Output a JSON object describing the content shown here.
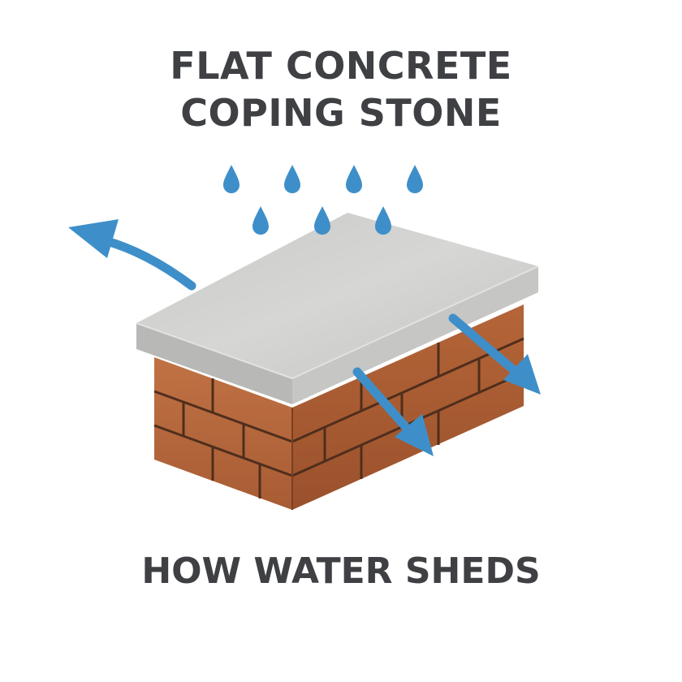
{
  "title": {
    "line1": "FLAT CONCRETE",
    "line2": "COPING STONE"
  },
  "caption": "HOW WATER SHEDS",
  "colors": {
    "text": "#3f4044",
    "water": "#3e8fc9",
    "coping_top": "#cfcfcd",
    "coping_side": "#bdbdbb",
    "brick": "#b96a3e",
    "brick_dark": "#9a5431",
    "mortar": "#5a3522"
  },
  "icons": [
    "water-drop-icon",
    "arrow-icon"
  ]
}
